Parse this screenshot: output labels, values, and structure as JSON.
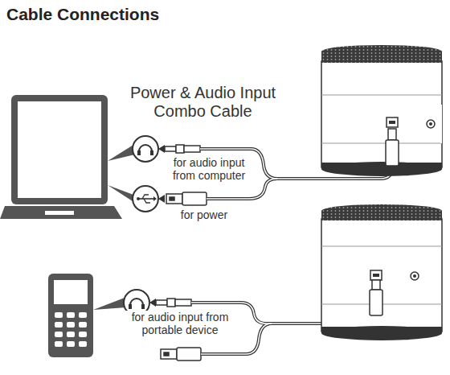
{
  "diagram": {
    "title": "Cable Connections",
    "labels": [
      "Power & Audio Input Combo Cable",
      "for audio input from computer",
      "for power",
      "for audio input from portable device"
    ]
  }
}
